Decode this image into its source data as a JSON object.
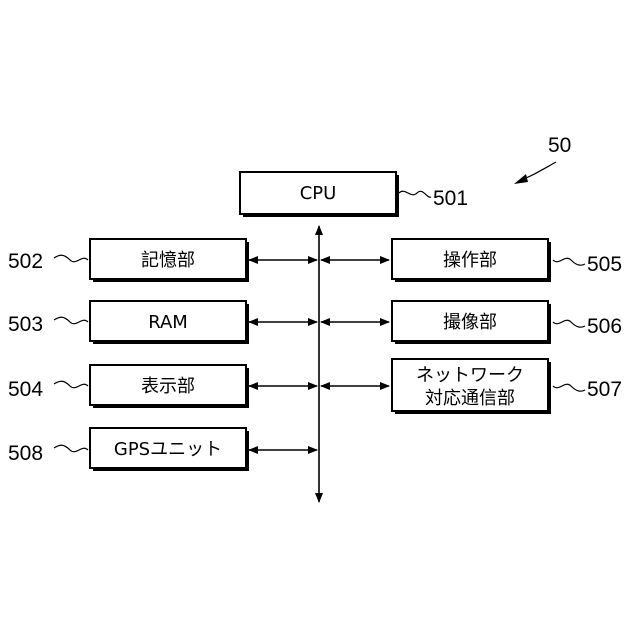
{
  "diagram": {
    "figure_ref": "50",
    "blocks": {
      "cpu": {
        "label": "CPU",
        "ref": "501"
      },
      "storage": {
        "label": "記憶部",
        "ref": "502"
      },
      "ram": {
        "label": "RAM",
        "ref": "503"
      },
      "display": {
        "label": "表示部",
        "ref": "504"
      },
      "gps": {
        "label": "GPSユニット",
        "ref": "508"
      },
      "operation": {
        "label": "操作部",
        "ref": "505"
      },
      "imaging": {
        "label": "撮像部",
        "ref": "506"
      },
      "network": {
        "label_line1": "ネットワーク",
        "label_line2": "対応通信部",
        "ref": "507"
      }
    }
  }
}
